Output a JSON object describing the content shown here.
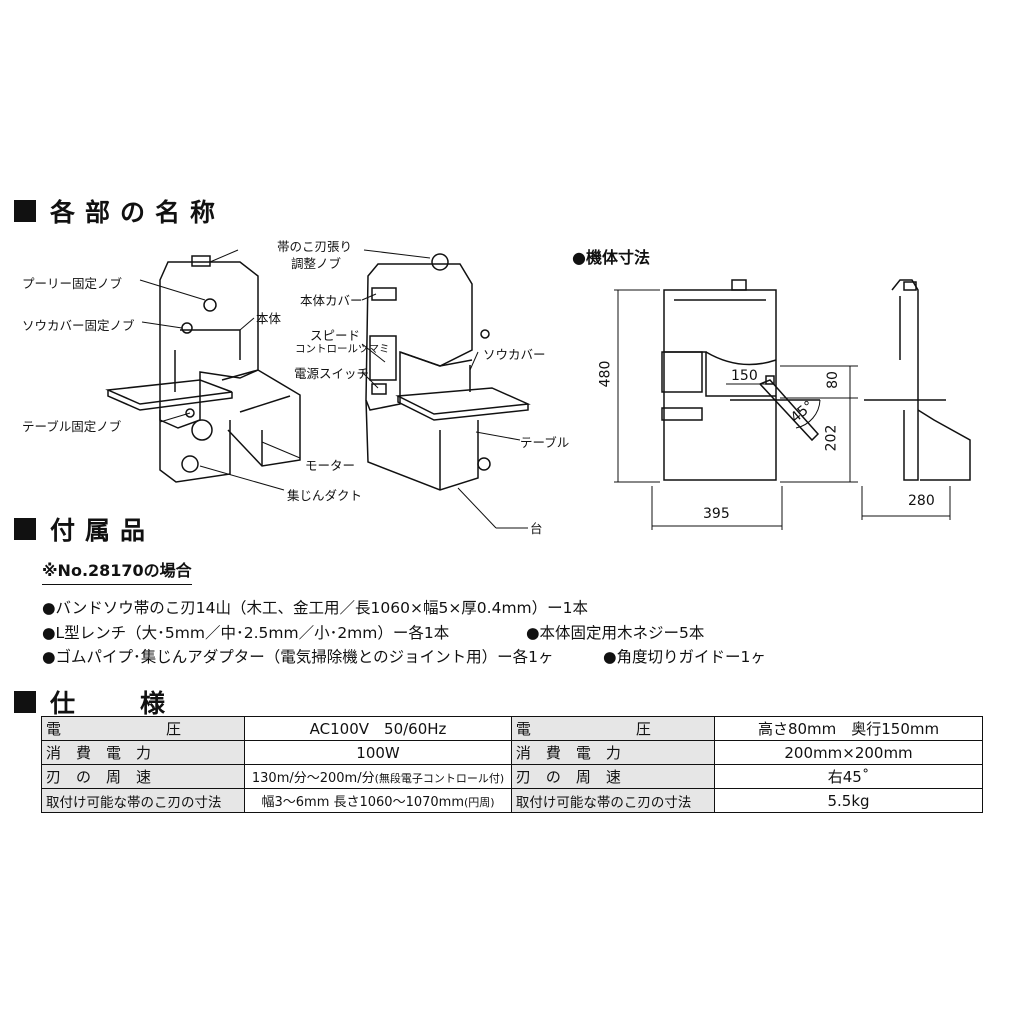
{
  "sections": {
    "parts_title": "各部の名称",
    "accessories_title": "付属品",
    "specs_title": "仕　様"
  },
  "parts_labels": {
    "blade_tension_knob_1": "帯のこ刃張り",
    "blade_tension_knob_2": "調整ノブ",
    "pulley_fix_knob": "プーリー固定ノブ",
    "saw_cover_fix_knob": "ソウカバー固定ノブ",
    "body": "本体",
    "table_fix_knob": "テーブル固定ノブ",
    "motor": "モーター",
    "dust_duct": "集じんダクト",
    "body_cover": "本体カバー",
    "speed_knob_1": "スピード",
    "speed_knob_2": "コントロールツマミ",
    "power_switch": "電源スイッチ",
    "saw_cover": "ソウカバー",
    "table": "テーブル",
    "stand": "台"
  },
  "dimensions": {
    "title": "●機体寸法",
    "height": "480",
    "width": "395",
    "depth": "280",
    "throat": "150",
    "cut_height": "80",
    "table_height": "202",
    "angle": "45°"
  },
  "accessories": {
    "model_note": "※No.28170の場合",
    "line1": "●バンドソウ帯のこ刃14山（木工、金工用／長1060×幅5×厚0.4mm）ー1本",
    "line2a": "●L型レンチ（大･5mm／中･2.5mm／小･2mm）ー各1本",
    "line2b": "●本体固定用木ネジー5本",
    "line3a": "●ゴムパイプ･集じんアダプター（電気掃除機とのジョイント用）ー各1ヶ",
    "line3b": "●角度切りガイドー1ヶ"
  },
  "specs": {
    "rows": [
      {
        "k1": "電　　　　　　　圧",
        "v1": "AC100V　50/60Hz",
        "k2": "電　　　　　　　圧",
        "v2": "高さ80mm　奥行150mm"
      },
      {
        "k1": "消　費　電　力",
        "v1": "100W",
        "k2": "消　費　電　力",
        "v2": "200mm×200mm"
      },
      {
        "k1": "刃　の　周　速",
        "v1": "130m/分～200m/分",
        "v1_small": "(無段電子コントロール付)",
        "k2": "刃　の　周　速",
        "v2": "右45˚"
      },
      {
        "k1": "取付け可能な帯のこ刃の寸法",
        "v1": "幅3～6mm  長さ1060～1070mm",
        "v1_small": "(円周)",
        "k2": "取付け可能な帯のこ刃の寸法",
        "v2": "5.5kg"
      }
    ]
  }
}
